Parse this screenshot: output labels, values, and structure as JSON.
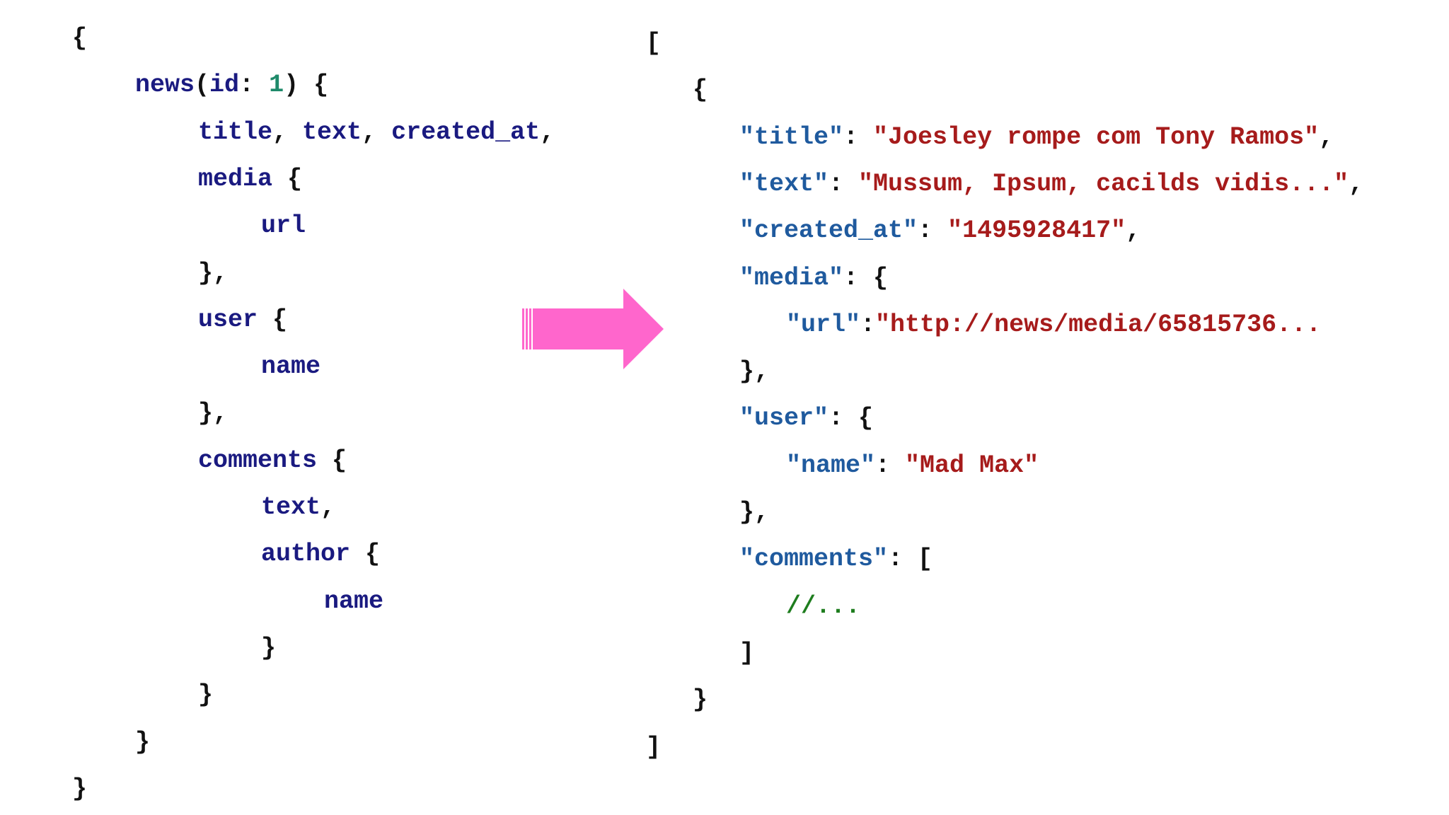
{
  "query": {
    "lines": [
      {
        "indent": 0,
        "tokens": [
          {
            "t": "{",
            "k": "punct"
          }
        ]
      },
      {
        "indent": 1,
        "tokens": [
          {
            "t": "news",
            "k": "field"
          },
          {
            "t": "(",
            "k": "punct"
          },
          {
            "t": "id",
            "k": "field"
          },
          {
            "t": ": ",
            "k": "punct"
          },
          {
            "t": "1",
            "k": "num"
          },
          {
            "t": ") {",
            "k": "punct"
          }
        ]
      },
      {
        "indent": 2,
        "tokens": [
          {
            "t": "title",
            "k": "field"
          },
          {
            "t": ", ",
            "k": "punct"
          },
          {
            "t": "text",
            "k": "field"
          },
          {
            "t": ", ",
            "k": "punct"
          },
          {
            "t": "created_at",
            "k": "field"
          },
          {
            "t": ",",
            "k": "punct"
          }
        ]
      },
      {
        "indent": 2,
        "tokens": [
          {
            "t": "media",
            "k": "field"
          },
          {
            "t": " {",
            "k": "punct"
          }
        ]
      },
      {
        "indent": 3,
        "tokens": [
          {
            "t": "url",
            "k": "field"
          }
        ]
      },
      {
        "indent": 2,
        "tokens": [
          {
            "t": "},",
            "k": "punct"
          }
        ]
      },
      {
        "indent": 2,
        "tokens": [
          {
            "t": "user",
            "k": "field"
          },
          {
            "t": " {",
            "k": "punct"
          }
        ]
      },
      {
        "indent": 3,
        "tokens": [
          {
            "t": "name",
            "k": "field"
          }
        ]
      },
      {
        "indent": 2,
        "tokens": [
          {
            "t": "},",
            "k": "punct"
          }
        ]
      },
      {
        "indent": 2,
        "tokens": [
          {
            "t": "comments",
            "k": "field"
          },
          {
            "t": " {",
            "k": "punct"
          }
        ]
      },
      {
        "indent": 3,
        "tokens": [
          {
            "t": "text",
            "k": "field"
          },
          {
            "t": ",",
            "k": "punct"
          }
        ]
      },
      {
        "indent": 3,
        "tokens": [
          {
            "t": "author",
            "k": "field"
          },
          {
            "t": " {",
            "k": "punct"
          }
        ]
      },
      {
        "indent": 4,
        "tokens": [
          {
            "t": "name",
            "k": "field"
          }
        ]
      },
      {
        "indent": 3,
        "tokens": [
          {
            "t": "}",
            "k": "punct"
          }
        ]
      },
      {
        "indent": 2,
        "tokens": [
          {
            "t": "}",
            "k": "punct"
          }
        ]
      },
      {
        "indent": 1,
        "tokens": [
          {
            "t": "}",
            "k": "punct"
          }
        ]
      },
      {
        "indent": 0,
        "tokens": [
          {
            "t": "}",
            "k": "punct"
          }
        ]
      }
    ]
  },
  "response": {
    "lines": [
      {
        "indent": 0,
        "tokens": [
          {
            "t": "[",
            "k": "punct"
          }
        ]
      },
      {
        "indent": 1,
        "tokens": [
          {
            "t": "{",
            "k": "punct"
          }
        ]
      },
      {
        "indent": 2,
        "tokens": [
          {
            "t": "\"title\"",
            "k": "key"
          },
          {
            "t": ": ",
            "k": "punct"
          },
          {
            "t": "\"Joesley rompe com Tony Ramos\"",
            "k": "str"
          },
          {
            "t": ",",
            "k": "punct"
          }
        ]
      },
      {
        "indent": 2,
        "tokens": [
          {
            "t": "\"text\"",
            "k": "key"
          },
          {
            "t": ": ",
            "k": "punct"
          },
          {
            "t": "\"Mussum, Ipsum, cacilds vidis...\"",
            "k": "str"
          },
          {
            "t": ",",
            "k": "punct"
          }
        ]
      },
      {
        "indent": 2,
        "tokens": [
          {
            "t": "\"created_at\"",
            "k": "key"
          },
          {
            "t": ": ",
            "k": "punct"
          },
          {
            "t": "\"1495928417\"",
            "k": "str"
          },
          {
            "t": ",",
            "k": "punct"
          }
        ]
      },
      {
        "indent": 2,
        "tokens": [
          {
            "t": "\"media\"",
            "k": "key"
          },
          {
            "t": ": {",
            "k": "punct"
          }
        ]
      },
      {
        "indent": 3,
        "tokens": [
          {
            "t": "\"url\"",
            "k": "key"
          },
          {
            "t": ":",
            "k": "punct"
          },
          {
            "t": "\"http://news/media/65815736...",
            "k": "str"
          }
        ]
      },
      {
        "indent": 2,
        "tokens": [
          {
            "t": "},",
            "k": "punct"
          }
        ]
      },
      {
        "indent": 2,
        "tokens": [
          {
            "t": "\"user\"",
            "k": "key"
          },
          {
            "t": ": {",
            "k": "punct"
          }
        ]
      },
      {
        "indent": 3,
        "tokens": [
          {
            "t": "\"name\"",
            "k": "key"
          },
          {
            "t": ": ",
            "k": "punct"
          },
          {
            "t": "\"Mad Max\"",
            "k": "str"
          }
        ]
      },
      {
        "indent": 2,
        "tokens": [
          {
            "t": "},",
            "k": "punct"
          }
        ]
      },
      {
        "indent": 2,
        "tokens": [
          {
            "t": "\"comments\"",
            "k": "key"
          },
          {
            "t": ": [",
            "k": "punct"
          }
        ]
      },
      {
        "indent": 3,
        "tokens": [
          {
            "t": "//...",
            "k": "comment"
          }
        ]
      },
      {
        "indent": 2,
        "tokens": [
          {
            "t": "]",
            "k": "punct"
          }
        ]
      },
      {
        "indent": 1,
        "tokens": [
          {
            "t": "}",
            "k": "punct"
          }
        ]
      },
      {
        "indent": 0,
        "tokens": [
          {
            "t": "]",
            "k": "punct"
          }
        ]
      }
    ]
  },
  "arrow": {
    "icon": "right-arrow-icon",
    "color": "#ff66cc"
  },
  "colors": {
    "punct": "#111111",
    "field": "#1a1a80",
    "key": "#1f5a9e",
    "str": "#a61b1b",
    "num": "#1e8a6a",
    "comment": "#1e7d1e"
  }
}
